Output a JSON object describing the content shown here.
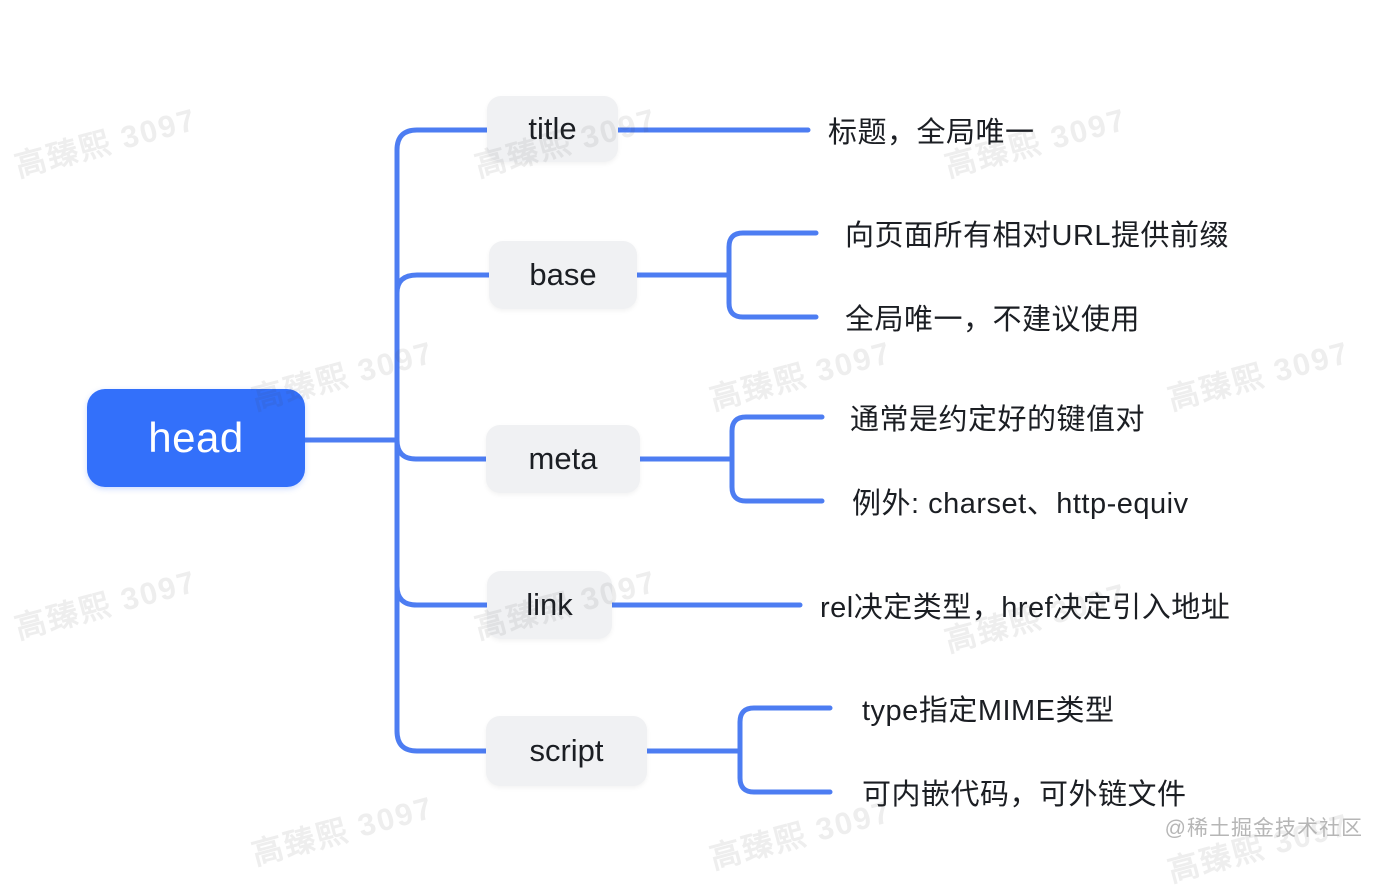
{
  "diagram": {
    "type": "mindmap",
    "root": {
      "label": "head"
    },
    "children": [
      {
        "id": "title",
        "label": "title",
        "descriptions": [
          "标题，全局唯一"
        ]
      },
      {
        "id": "base",
        "label": "base",
        "descriptions": [
          "向页面所有相对URL提供前缀",
          "全局唯一，不建议使用"
        ]
      },
      {
        "id": "meta",
        "label": "meta",
        "descriptions": [
          "通常是约定好的键值对",
          "例外: charset、http-equiv"
        ]
      },
      {
        "id": "link",
        "label": "link",
        "descriptions": [
          "rel决定类型，href决定引入地址"
        ]
      },
      {
        "id": "script",
        "label": "script",
        "descriptions": [
          "type指定MIME类型",
          "可内嵌代码，可外链文件"
        ]
      }
    ],
    "colors": {
      "root_bg": "#3370fa",
      "root_text": "#ffffff",
      "child_bg": "#f0f1f3",
      "child_text": "#1b1e23",
      "connector": "#4d7df2",
      "background": "#ffffff"
    }
  },
  "watermark": {
    "text": "高臻熙 3097",
    "credit": "@稀土掘金技术社区"
  }
}
